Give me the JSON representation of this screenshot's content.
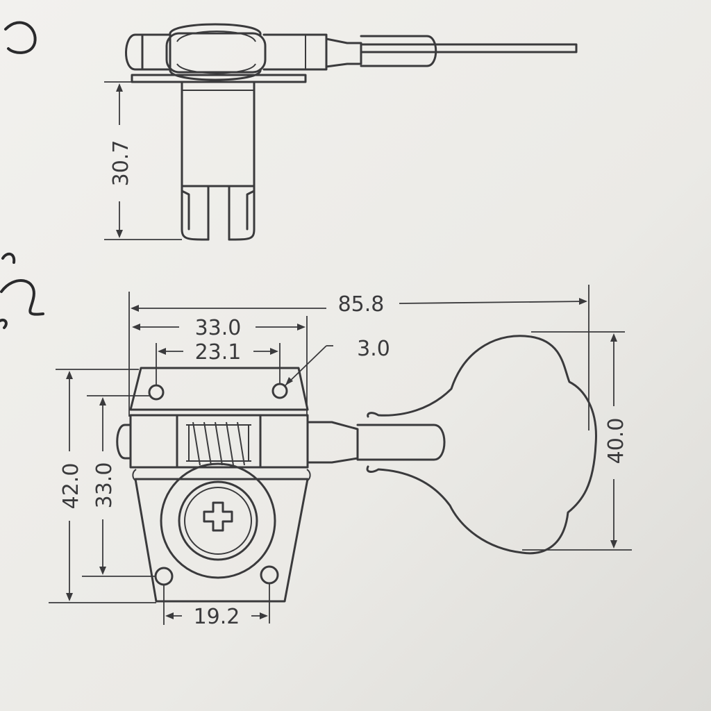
{
  "dimensions": {
    "side_height": "30.7",
    "overall_length": "85.8",
    "plate_width": "33.0",
    "top_hole_spacing": "23.1",
    "hole_diameter": "3.0",
    "plate_height": "42.0",
    "body_height": "33.0",
    "bottom_hole_spacing": "19.2",
    "key_height": "40.0"
  },
  "colors": {
    "ink": "#3a3a3c",
    "paper": "#ecebe8"
  }
}
